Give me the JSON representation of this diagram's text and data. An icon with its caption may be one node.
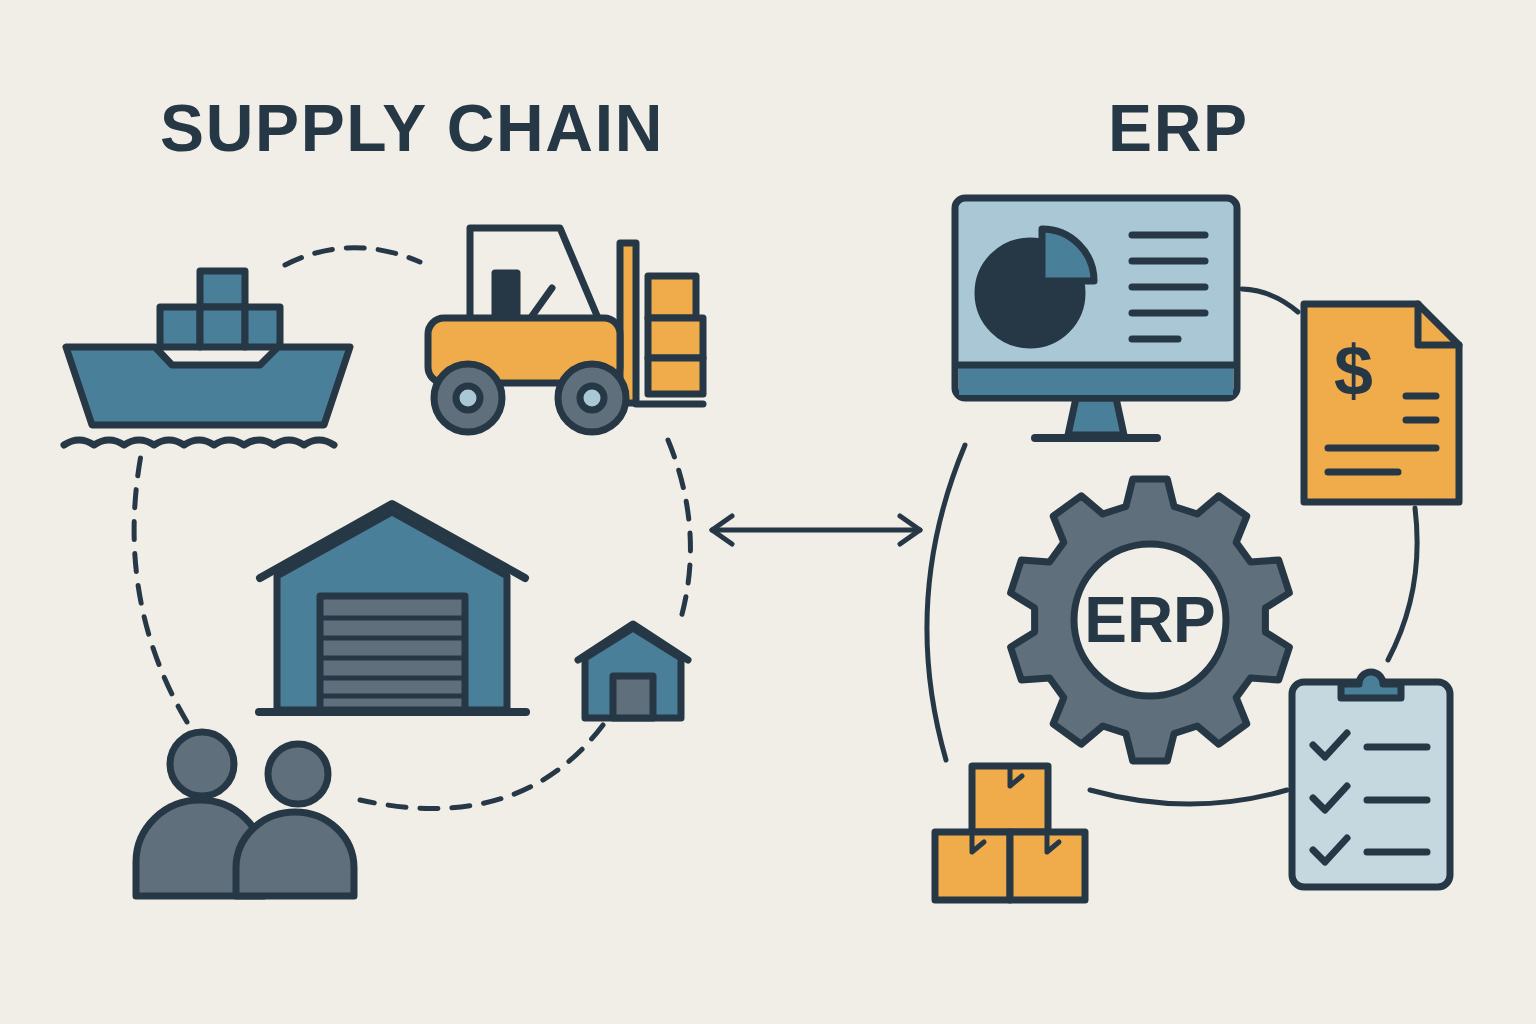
{
  "diagram": {
    "nodes": [
      {
        "text": [
          "SUPPLY CHAIN"
        ]
      },
      {
        "text": [],
        "shape": "picture",
        "in": 0
      },
      {
        "text": [],
        "shape": "picture",
        "in": 0
      },
      {
        "text": [],
        "shape": "picture",
        "in": 0
      },
      {
        "text": [],
        "shape": "picture",
        "in": 0
      },
      {
        "text": [],
        "shape": "picture",
        "in": 0
      },
      {
        "text": [
          "ERP"
        ]
      },
      {
        "text": [],
        "shape": "picture",
        "in": 6
      },
      {
        "text": [
          "$"
        ],
        "in": 6
      },
      {
        "text": [
          "ERP"
        ],
        "in": 6
      },
      {
        "text": [],
        "shape": "picture",
        "in": 6
      },
      {
        "text": [],
        "shape": "picture",
        "in": 6
      }
    ],
    "edges": [
      {
        "from": 0,
        "to": 6,
        "arrow": "both"
      },
      {
        "from": 1,
        "to": 2,
        "arrow": "none",
        "style": "dashed"
      },
      {
        "from": 2,
        "to": 4,
        "arrow": "none",
        "style": "dashed"
      },
      {
        "from": 4,
        "to": 5,
        "arrow": "none",
        "style": "dashed"
      },
      {
        "from": 5,
        "to": 1,
        "arrow": "none",
        "style": "dashed"
      },
      {
        "from": 7,
        "to": 8,
        "arrow": "none"
      },
      {
        "from": 8,
        "to": 10,
        "arrow": "none"
      },
      {
        "from": 10,
        "to": 11,
        "arrow": "none"
      },
      {
        "from": 11,
        "to": 7,
        "arrow": "none"
      }
    ]
  }
}
